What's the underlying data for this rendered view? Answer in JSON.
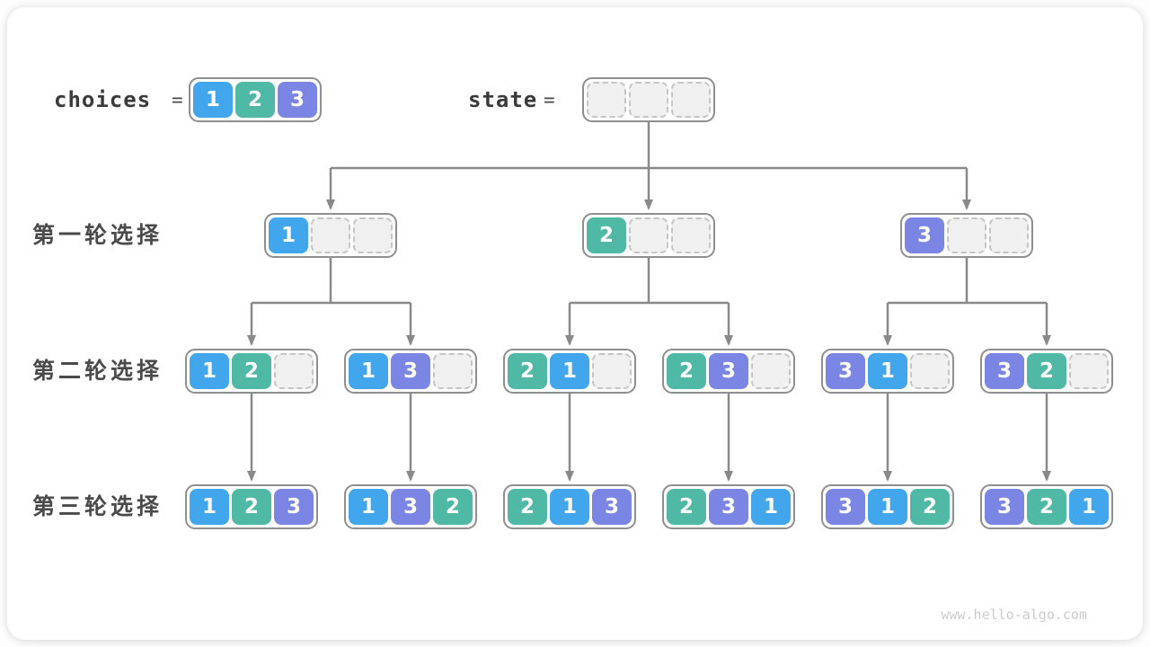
{
  "diagram": {
    "choices": {
      "label": "choices",
      "equals": "=",
      "cells": [
        1,
        2,
        3
      ]
    },
    "state": {
      "label": "state",
      "equals": "=",
      "cells": [
        null,
        null,
        null
      ]
    },
    "rows": [
      {
        "label": "第一轮选择",
        "nodes": [
          [
            1,
            null,
            null
          ],
          [
            2,
            null,
            null
          ],
          [
            3,
            null,
            null
          ]
        ]
      },
      {
        "label": "第二轮选择",
        "nodes": [
          [
            1,
            2,
            null
          ],
          [
            1,
            3,
            null
          ],
          [
            2,
            1,
            null
          ],
          [
            2,
            3,
            null
          ],
          [
            3,
            1,
            null
          ],
          [
            3,
            2,
            null
          ]
        ]
      },
      {
        "label": "第三轮选择",
        "nodes": [
          [
            1,
            2,
            3
          ],
          [
            1,
            3,
            2
          ],
          [
            2,
            1,
            3
          ],
          [
            2,
            3,
            1
          ],
          [
            3,
            1,
            2
          ],
          [
            3,
            2,
            1
          ]
        ]
      }
    ],
    "watermark": "www.hello-algo.com"
  },
  "colors": {
    "1": "#41A6EC",
    "2": "#4FB9A6",
    "3": "#7A85E4",
    "line": "#898989",
    "box_border": "#8F8F8F",
    "empty_cell_bg": "#F0F0F0",
    "empty_cell_border": "#C5C5C5"
  }
}
